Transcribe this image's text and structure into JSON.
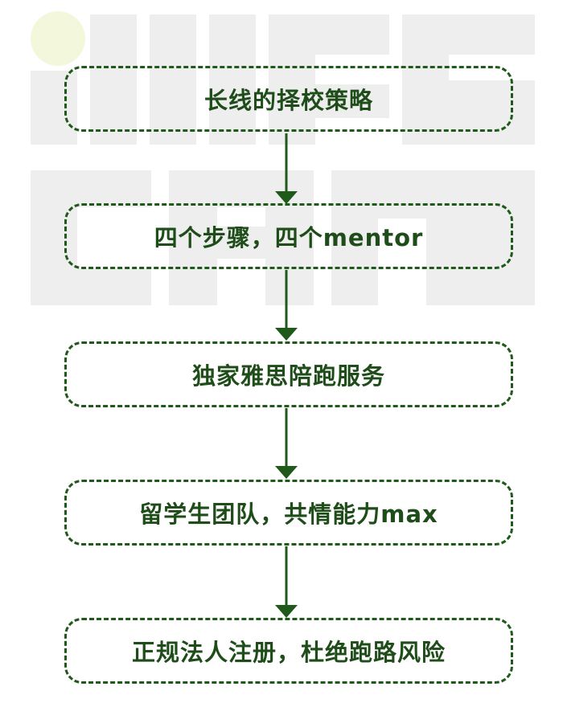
{
  "theme": {
    "stroke_color": "#1f5a1a",
    "text_color": "#1f4d1a",
    "watermark_color": "#eeeeee",
    "watermark_dot_color": "#f3f7dc"
  },
  "steps": [
    {
      "label": "长线的择校策略"
    },
    {
      "label": "四个步骤，四个mentor"
    },
    {
      "label": "独家雅思陪跑服务"
    },
    {
      "label": "留学生团队，共情能力max"
    },
    {
      "label": "正规法人注册，杜绝跑路风险"
    }
  ]
}
